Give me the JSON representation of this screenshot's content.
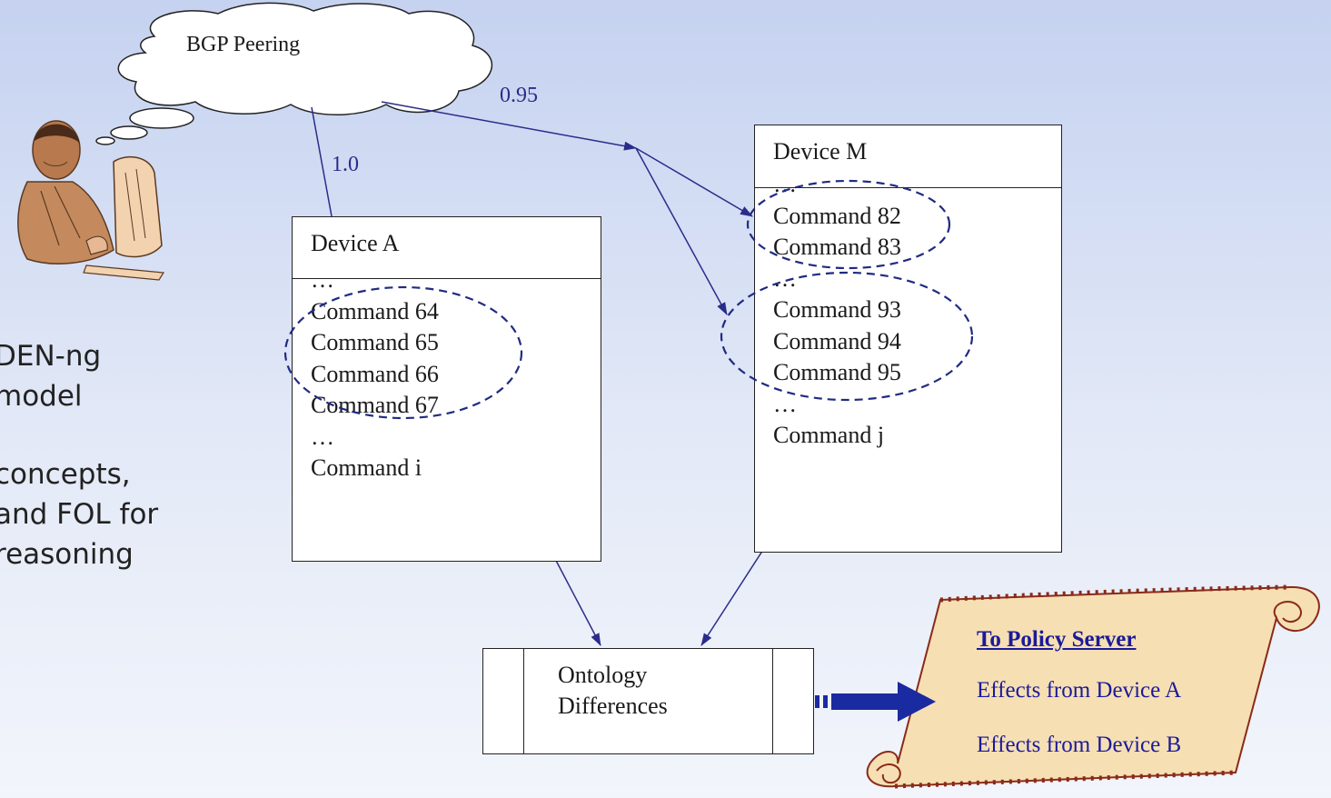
{
  "cloud": {
    "label": "BGP Peering"
  },
  "weights": {
    "to_device_a": "1.0",
    "to_device_m": "0.95"
  },
  "bullets": [
    {
      "text": "DEN-ng"
    },
    {
      "text": "model"
    },
    {
      "text": "concepts,"
    },
    {
      "text": "and FOL for"
    },
    {
      "text": " reasoning"
    }
  ],
  "device_a": {
    "title": "Device A",
    "commands": [
      "…",
      "Command 64",
      "Command 65",
      "Command 66",
      "Command 67",
      "…",
      "Command i"
    ]
  },
  "device_m": {
    "title": "Device M",
    "commands": [
      "…",
      "Command 82",
      "Command 83",
      "…",
      "Command 93",
      "Command 94",
      "Command 95",
      "…",
      "Command j"
    ]
  },
  "ontology": {
    "line1": "Ontology",
    "line2": "Differences"
  },
  "scroll": {
    "title": "To Policy Server",
    "line1": "Effects from Device A",
    "line2": "Effects from Device B"
  },
  "colors": {
    "arrow": "#2a2c8a",
    "ellipse": "#1f2b82",
    "scroll_fill": "#f6dfb3",
    "scroll_edge": "#8a2a18",
    "thick_arrow": "#1a2aa0"
  },
  "icons": {
    "clipart": "person-at-computer-icon"
  }
}
